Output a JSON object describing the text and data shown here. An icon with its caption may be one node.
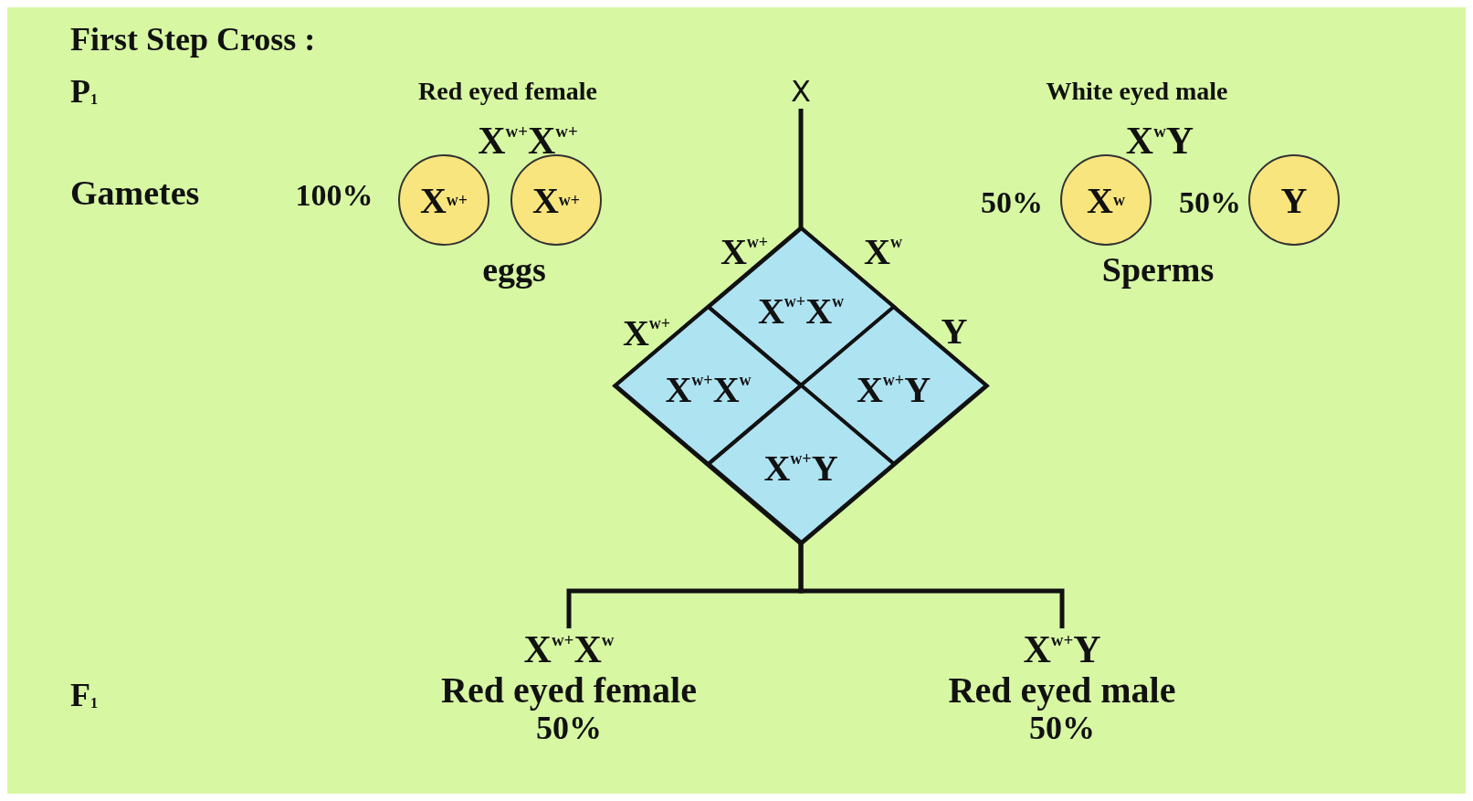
{
  "diagram": {
    "title": "First Step Cross :",
    "nodes": [
      {
        "text": [
          "X$^{w+}$"
        ]
      },
      {
        "text": [
          "X$^{w+}$"
        ]
      },
      {
        "text": [
          "X$^{w}$"
        ]
      },
      {
        "text": [
          "Y"
        ]
      },
      {
        "text": [
          "X"
        ]
      },
      {
        "text": [],
        "shape": "diamond"
      },
      {
        "text": [
          "X$^{w+}$X$^{w}$"
        ],
        "in": 5
      },
      {
        "text": [
          "X$^{w+}$X$^{w}$"
        ],
        "in": 5
      },
      {
        "text": [
          "X$^{w+}$Y"
        ],
        "in": 5
      },
      {
        "text": [
          "X$^{w+}$Y"
        ],
        "in": 5
      },
      {
        "text": [
          "X$^{w+}$X$^{w}$",
          "Red eyed female",
          "50%"
        ]
      },
      {
        "text": [
          "X$^{w+}$Y",
          "Red eyed male",
          "50%"
        ]
      }
    ],
    "edges": [
      {
        "from": 4,
        "to": 5,
        "arrow": "none"
      },
      {
        "from": 5,
        "to": 10,
        "arrow": "none"
      },
      {
        "from": 5,
        "to": 11,
        "arrow": "none"
      }
    ],
    "labels": [
      "P$_{1}$",
      "Red eyed female",
      "White eyed male",
      "X$^{w+}$X$^{w+}$",
      "X$^{w}$Y",
      "Gametes",
      "100%",
      "50%",
      "50%",
      "eggs",
      "Sperms",
      "X$^{w+}$",
      "X$^{w}$",
      "X$^{w+}$",
      "Y",
      "F$_{1}$"
    ]
  }
}
